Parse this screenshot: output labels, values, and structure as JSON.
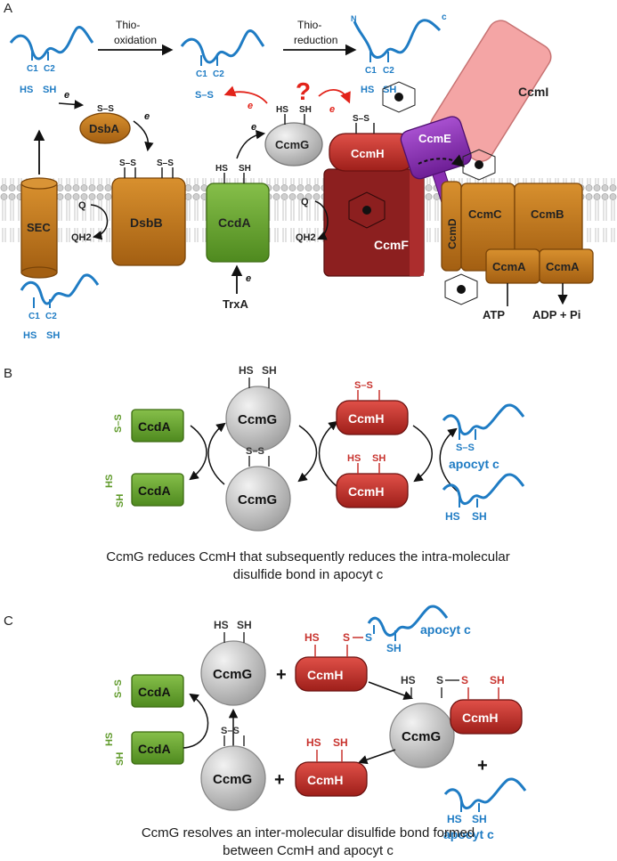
{
  "panel_letters": {
    "a": "A",
    "b": "B",
    "c": "C"
  },
  "panel_a": {
    "step_thio_oxidation": "Thio-\noxidation",
    "step_thio_reduction": "Thio-\nreduction",
    "n_terminus": "N",
    "c_terminus": "c",
    "cys_1": "C1",
    "cys_2": "C2",
    "hs": "HS",
    "sh": "SH",
    "ss": "S–S",
    "electron": "e",
    "question": "?",
    "q": "Q",
    "qh2": "QH2",
    "proteins": {
      "sec": "SEC",
      "dsbA": "DsbA",
      "dsbB": "DsbB",
      "ccdA": "CcdA",
      "ccmG": "CcmG",
      "ccmH": "CcmH",
      "ccmF": "CcmF",
      "ccmE": "CcmE",
      "ccmI": "CcmI",
      "ccmD": "CcmD",
      "ccmC": "CcmC",
      "ccmB": "CcmB",
      "ccmA_1": "CcmA",
      "ccmA_2": "CcmA"
    },
    "trxA": "TrxA",
    "atp": "ATP",
    "adp_pi": "ADP + Pi"
  },
  "panel_b": {
    "ccdA_top": "CcdA",
    "ccdA_bottom": "CcdA",
    "ccmG_top": "CcmG",
    "ccmG_bottom": "CcmG",
    "ccmH_top": "CcmH",
    "ccmH_bottom": "CcmH",
    "hs": "HS",
    "sh": "SH",
    "ss": "S–S",
    "apocyt": "apocyt c",
    "caption_line1": "CcmG reduces CcmH that subsequently reduces the intra-molecular",
    "caption_line2": "disulfide bond in apocyt c"
  },
  "panel_c": {
    "ccdA_top": "CcdA",
    "ccdA_bottom": "CcdA",
    "ccmG_top": "CcmG",
    "ccmG_mid": "CcmG",
    "ccmG_bottom": "CcmG",
    "ccmH_top": "CcmH",
    "ccmH_mid": "CcmH",
    "ccmH_bottom": "CcmH",
    "hs": "HS",
    "sh": "SH",
    "s": "S",
    "ss": "S–S",
    "plus": "+",
    "apocyt_top": "apocyt c",
    "apocyt_bottom": "apocyt c",
    "caption_line1": "CcmG resolves an inter-molecular disulfide bond formed",
    "caption_line2": "between CcmH and apocyt c"
  },
  "colors": {
    "ccdA": "#6aa533",
    "ccmG": "#b8b8b8",
    "ccmH": "#c0302b",
    "ccmF": "#8c1f1f",
    "ccmE": "#8a2fb3",
    "ccmI": "#f0a0a0",
    "brown": "#c17a1f",
    "apocyt": "#1f7cc4"
  }
}
